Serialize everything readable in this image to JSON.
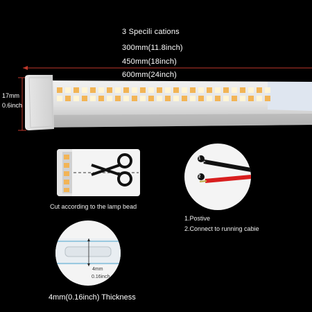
{
  "specs": {
    "title": "3 Specili  cations",
    "size_1": "300mm(11.8inch)",
    "size_2": "450mm(18inch)",
    "size_3": "600mm(24inch)"
  },
  "height": {
    "mm": "17mm",
    "inch": "0.6inch"
  },
  "cut": {
    "caption": "Cut according to the lamp bead"
  },
  "wiring": {
    "marker_1": "1",
    "marker_2": "2",
    "label_1": "1.Postive",
    "label_2": "2.Connect to  running cabie"
  },
  "thickness": {
    "mm_label": "4mm",
    "inch_label": "0.16inch",
    "caption": "4mm(0.16inch) Thickness"
  },
  "colors": {
    "background": "#000000",
    "wire_positive": "#d81e1e",
    "wire_negative": "#111111",
    "measure_line": "#c0392b",
    "led_warm": "#f2b455",
    "led_cool": "#fff5d6"
  }
}
